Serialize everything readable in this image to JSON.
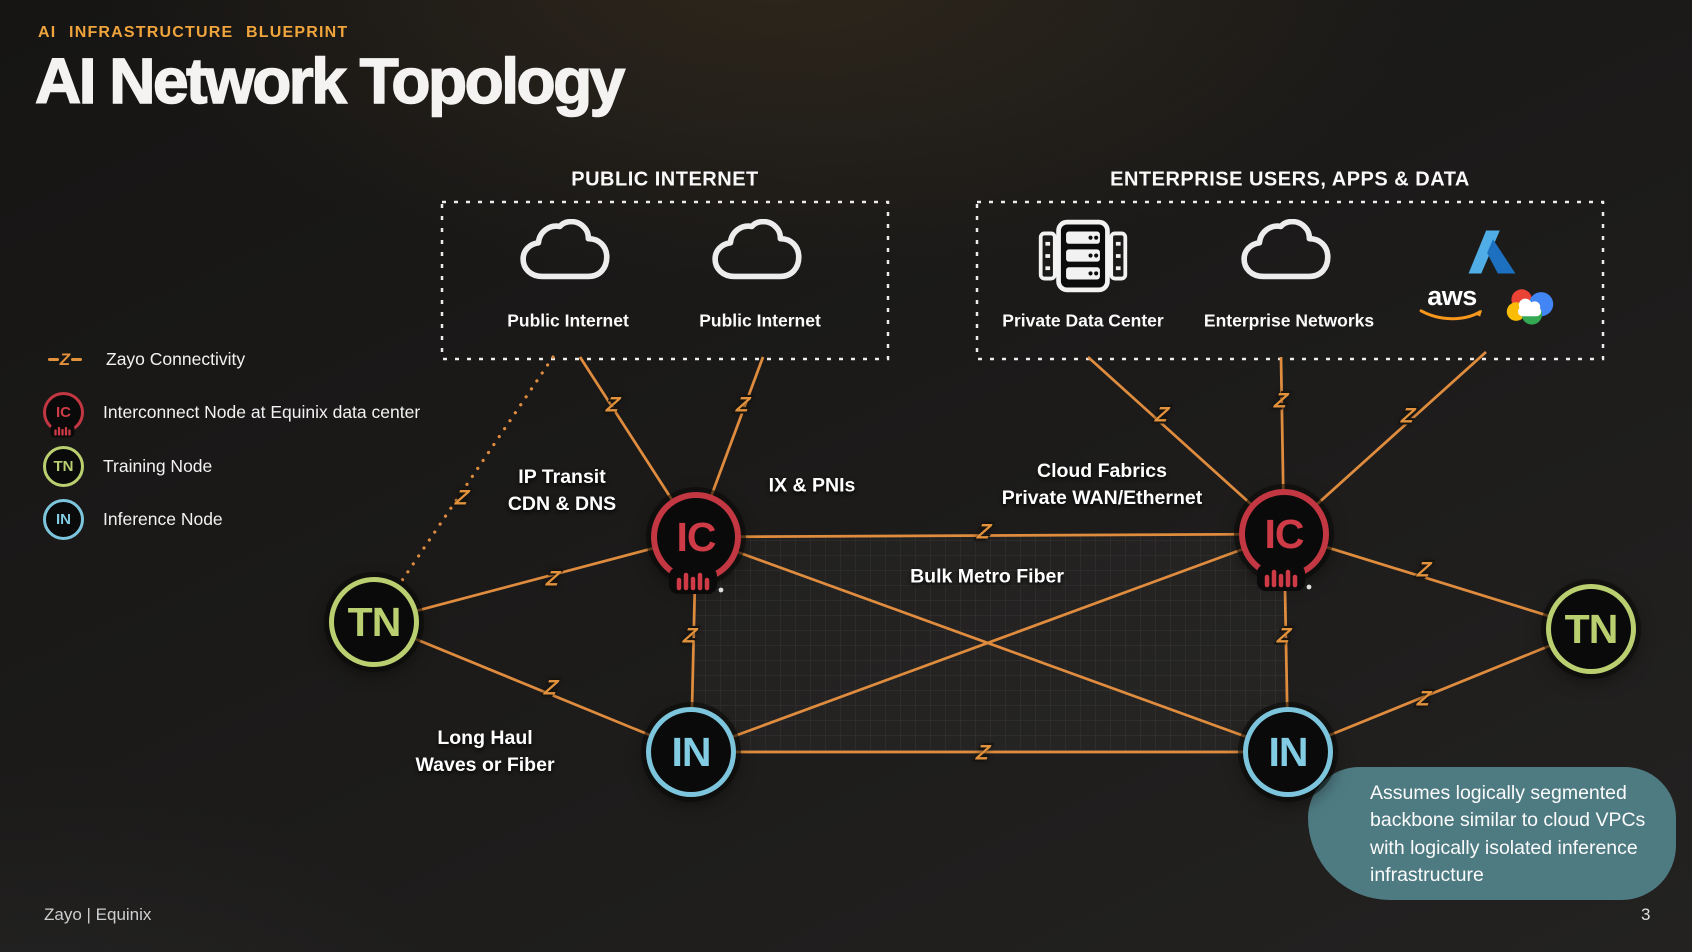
{
  "slide": {
    "eyebrow": "AI INFRASTRUCTURE BLUEPRINT",
    "title": "AI Network Topology",
    "footer": "Zayo | Equinix",
    "page_number": "3"
  },
  "legend": {
    "items": [
      {
        "label": "Zayo Connectivity"
      },
      {
        "label": "Interconnect Node at Equinix data center"
      },
      {
        "label": "Training Node"
      },
      {
        "label": "Inference Node"
      }
    ]
  },
  "groups": {
    "public_internet": {
      "title": "PUBLIC INTERNET",
      "cloud1_label": "Public Internet",
      "cloud2_label": "Public Internet"
    },
    "enterprise": {
      "title": "ENTERPRISE USERS, APPS & DATA",
      "datacenter_label": "Private Data Center",
      "networks_label": "Enterprise Networks",
      "aws_wordmark": "aws"
    }
  },
  "nodes": {
    "interconnect": "IC",
    "training": "TN",
    "inference": "IN"
  },
  "edge_labels": {
    "ip_transit_1": "IP Transit",
    "ip_transit_2": "CDN & DNS",
    "ix_pnis": "IX & PNIs",
    "cloud_fabrics_1": "Cloud Fabrics",
    "cloud_fabrics_2": "Private WAN/Ethernet",
    "bulk_metro": "Bulk Metro Fiber",
    "long_haul_1": "Long Haul",
    "long_haul_2": "Waves or Fiber"
  },
  "callout": {
    "text": "Assumes logically segmented backbone similar to cloud VPCs with logically isolated inference infrastructure"
  },
  "icons": {
    "zayo_z": "Z",
    "azure": "azure-logo",
    "aws": "aws-logo",
    "gcp": "google-cloud-logo",
    "cloud": "cloud-icon",
    "server": "server-rack-icon",
    "equinix": "equinix-waveform-icon"
  },
  "colors": {
    "accent_orange": "#E2923C",
    "equinix_red": "#C23742",
    "training_green": "#BACF70",
    "inference_blue": "#7CC5DD",
    "callout_teal": "#4E7B82",
    "background": "#1B1918"
  }
}
